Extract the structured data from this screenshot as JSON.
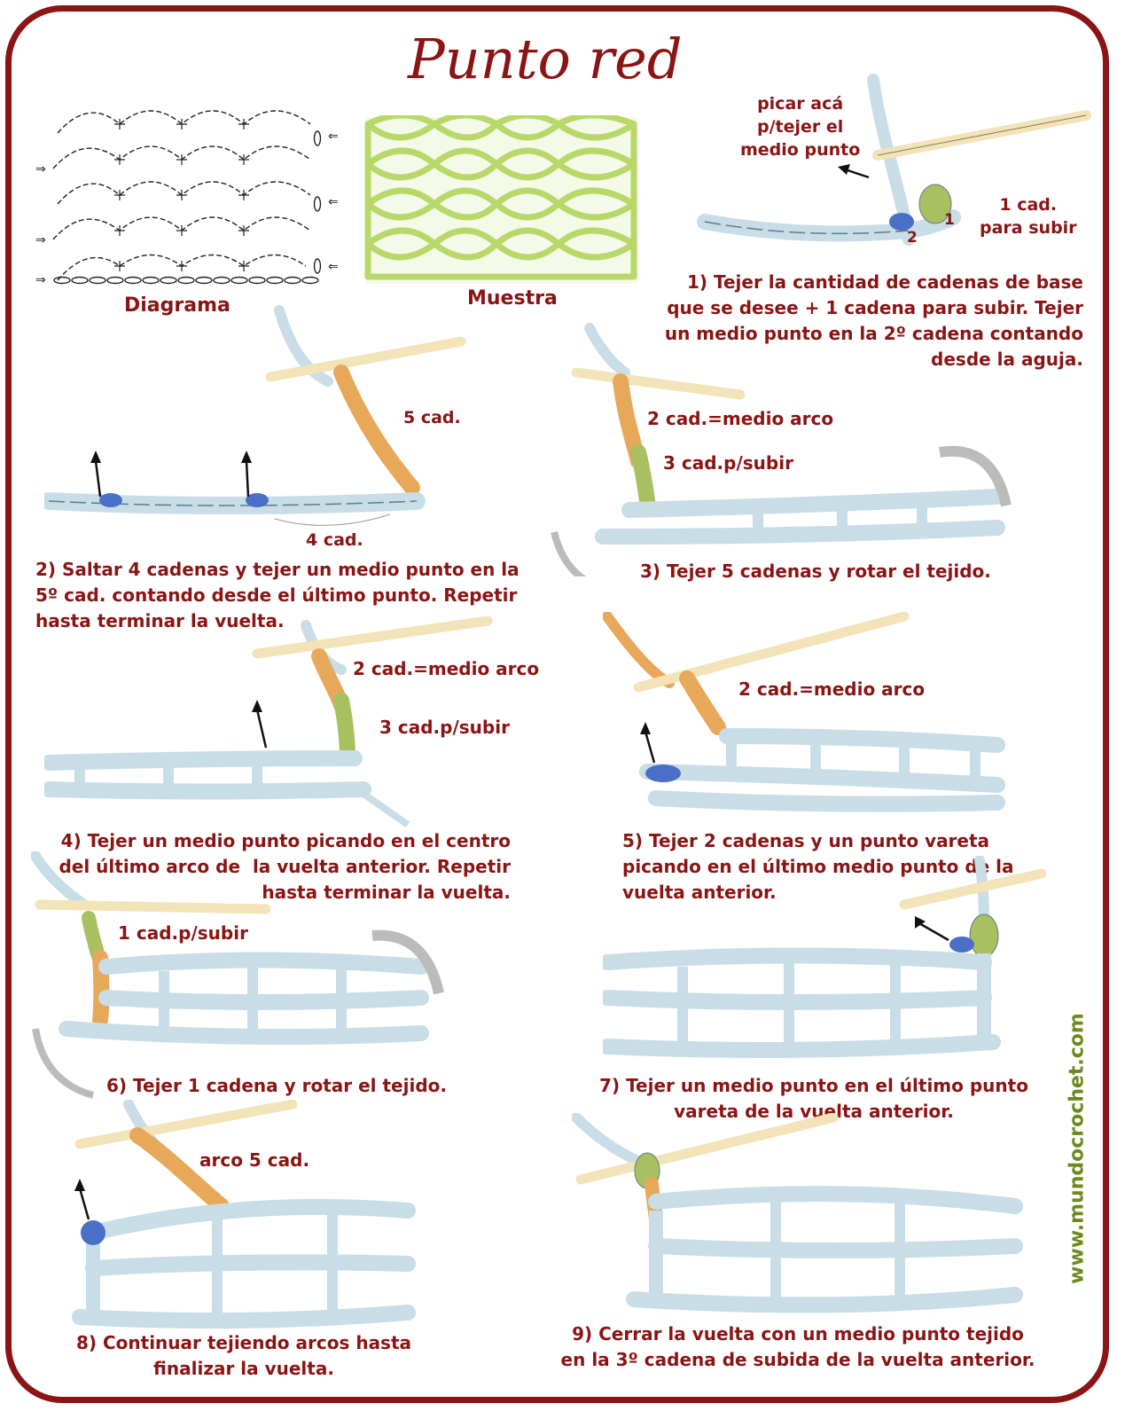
{
  "title": "Punto red",
  "diagram_label": "Diagrama",
  "sample_label": "Muestra",
  "watermark": "www.mundocrochet.com",
  "labels": {
    "pick_here": "picar acá\np/tejer el\nmedio punto",
    "one_chain_up": "1 cad.\npara subir",
    "five_chains": "5 cad.",
    "four_chains": "4 cad.",
    "two_chains_half_arc_a": "2 cad.=medio arco",
    "three_chains_up_a": "3 cad.p/subir",
    "two_chains_half_arc_b": "2 cad.=medio arco",
    "three_chains_up_b": "3 cad.p/subir",
    "two_chains_half_arc_c": "2 cad.=medio arco",
    "one_chain_up_b": "1 cad.p/subir",
    "arc_five_chains": "arco 5 cad.",
    "num_1": "1",
    "num_2": "2"
  },
  "steps": {
    "s1": "1) Tejer la cantidad de cadenas de base\nque se desee + 1 cadena para subir. Tejer\nun medio punto en la 2º cadena contando\ndesde la aguja.",
    "s2": "2) Saltar 4 cadenas y tejer un medio punto en la\n5º cad. contando desde el último punto. Repetir\nhasta terminar la vuelta.",
    "s3": "3) Tejer 5 cadenas y rotar el tejido.",
    "s4": "4) Tejer un medio punto picando en el centro\ndel último arco de  la vuelta anterior. Repetir\nhasta terminar la vuelta.",
    "s5": "5) Tejer 2 cadenas y un punto vareta\npicando en el último medio punto de la\nvuelta anterior.",
    "s6": "6) Tejer 1 cadena y rotar el tejido.",
    "s7": "7) Tejer un medio punto en el último punto\nvareta de la vuelta anterior.",
    "s8": "8) Continuar tejiendo arcos hasta\nfinalizar la vuelta.",
    "s9": "9) Cerrar la vuelta con un medio punto tejido\nen la 3º cadena de subida de la vuelta anterior."
  },
  "colors": {
    "accent": "#8b1414",
    "yarn": "#c8dde6",
    "yarn_outline": "#5a7d8c",
    "orange": "#e8a85a",
    "green": "#a8c060",
    "blue": "#4a6fc8",
    "hook": "#f3e3b8",
    "sample": "#b8d86a",
    "watermark": "#6b8a1a"
  }
}
